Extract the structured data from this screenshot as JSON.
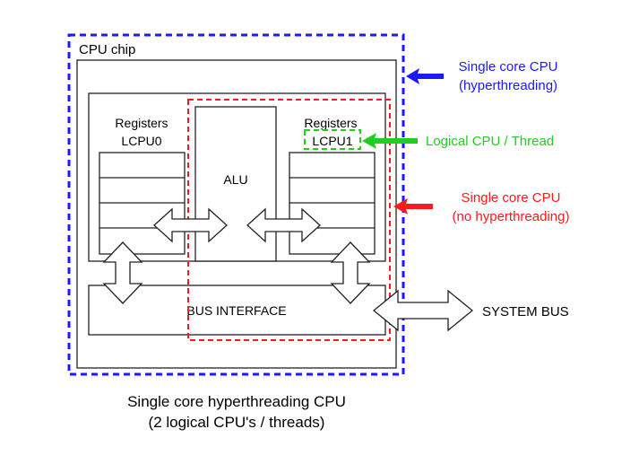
{
  "labels": {
    "chip": "CPU chip",
    "registers0_title": "Registers",
    "registers0_name": "LCPU0",
    "registers1_title": "Registers",
    "registers1_name": "LCPU1",
    "alu": "ALU",
    "bus_interface": "BUS INTERFACE",
    "system_bus": "SYSTEM BUS"
  },
  "annotations": {
    "single_core_ht_line1": "Single core CPU",
    "single_core_ht_line2": "(hyperthreading)",
    "logical_cpu": "Logical CPU / Thread",
    "single_core_noht_line1": "Single core CPU",
    "single_core_noht_line2": "(no hyperthreading)"
  },
  "caption": {
    "line1": "Single core hyperthreading CPU",
    "line2": "(2 logical CPU's / threads)"
  },
  "colors": {
    "blue": "#1a1aff",
    "green": "#22cc22",
    "red": "#ff1a1a",
    "line": "#222222"
  }
}
